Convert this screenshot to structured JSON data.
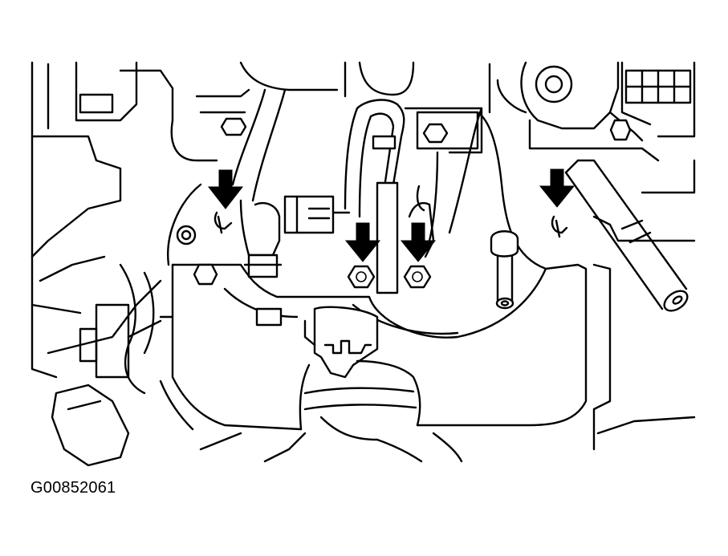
{
  "figure": {
    "id_label": "G00852061",
    "arrow_color": "#000000",
    "line_color": "#000000",
    "background_color": "#ffffff"
  },
  "callouts": [
    {
      "name": "arrow-left-stud",
      "icon": "down-arrow-icon"
    },
    {
      "name": "arrow-center-left-nut",
      "icon": "down-arrow-icon"
    },
    {
      "name": "arrow-center-right-nut",
      "icon": "down-arrow-icon"
    },
    {
      "name": "arrow-right-stud",
      "icon": "down-arrow-icon"
    }
  ]
}
